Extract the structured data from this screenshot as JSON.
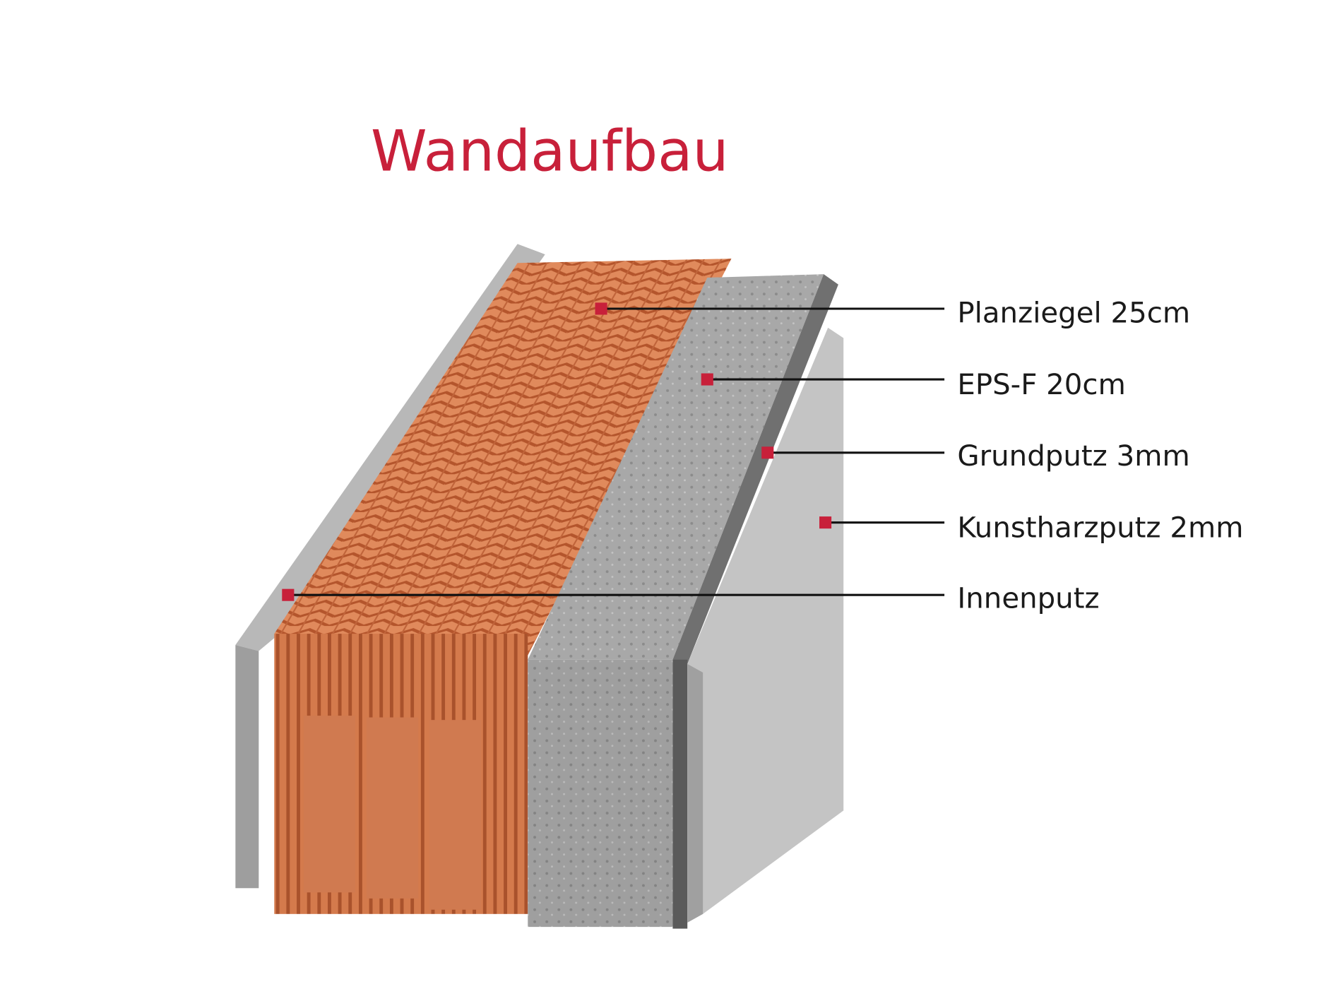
{
  "title": "Wandaufbau",
  "colors": {
    "accent": "#c8203a",
    "brick": "#d97a4e",
    "eps": "#a9a9a9",
    "plaster": "#bdbdbd"
  },
  "layers": [
    {
      "label": "Planziegel 25cm"
    },
    {
      "label": "EPS-F 20cm"
    },
    {
      "label": "Grundputz 3mm"
    },
    {
      "label": "Kunstharzputz 2mm"
    },
    {
      "label": "Innenputz"
    }
  ]
}
